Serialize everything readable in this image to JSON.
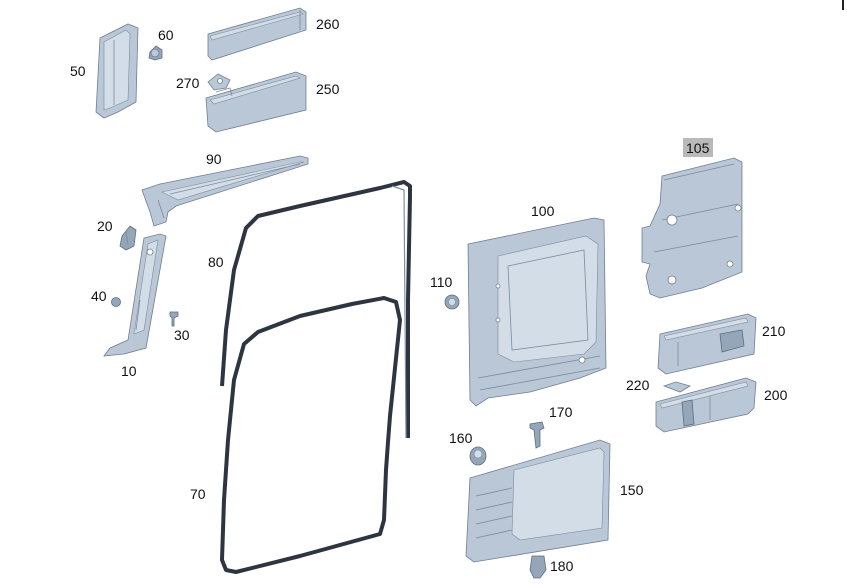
{
  "labels": {
    "p10": "10",
    "p20": "20",
    "p30": "30",
    "p40": "40",
    "p50": "50",
    "p60": "60",
    "p70": "70",
    "p80": "80",
    "p90": "90",
    "p100": "100",
    "p105": "105",
    "p110": "110",
    "p150": "150",
    "p160": "160",
    "p170": "170",
    "p180": "180",
    "p200": "200",
    "p210": "210",
    "p220": "220",
    "p250": "250",
    "p260": "260",
    "p270": "270"
  },
  "highlighted_label": "105",
  "colors": {
    "part_fill": "#b9c7d6",
    "seal": "#2d3640",
    "highlight": "#b9b9b9"
  }
}
